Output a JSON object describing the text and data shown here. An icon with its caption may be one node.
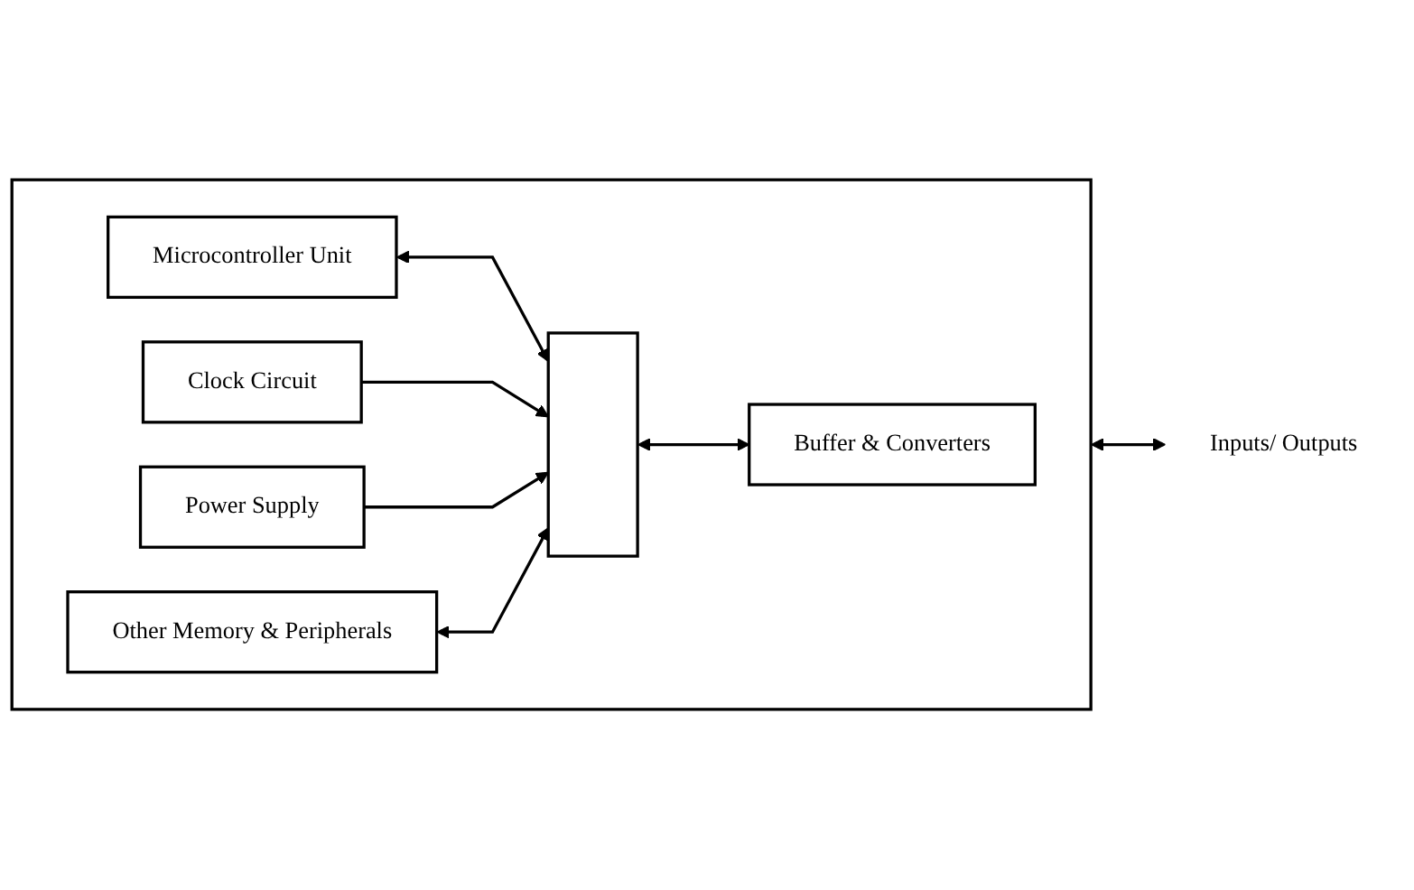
{
  "diagram": {
    "nodes": [
      {
        "text": [],
        "shape": "box"
      },
      {
        "text": [
          "Microcontroller Unit"
        ],
        "in": 0
      },
      {
        "text": [
          "Buffer & Converters"
        ],
        "in": 0
      },
      {
        "text": [
          "Clock Circuit"
        ],
        "in": 0
      },
      {
        "text": [
          "Power Supply"
        ],
        "in": 0
      },
      {
        "text": [
          "Other Memory & Peripherals"
        ],
        "in": 0
      },
      {
        "text": [],
        "shape": "bar",
        "in": 0
      },
      {
        "text": [
          "Inputs/ Outputs"
        ]
      }
    ],
    "edges": [
      {
        "from": 1,
        "to": 6,
        "arrow": "both"
      },
      {
        "from": 6,
        "to": 2,
        "arrow": "both"
      },
      {
        "from": 3,
        "to": 6,
        "arrow": "to"
      },
      {
        "from": 4,
        "to": 6,
        "arrow": "to"
      },
      {
        "from": 5,
        "to": 6,
        "arrow": "both"
      },
      {
        "from": 0,
        "to": 7,
        "arrow": "both"
      }
    ]
  }
}
